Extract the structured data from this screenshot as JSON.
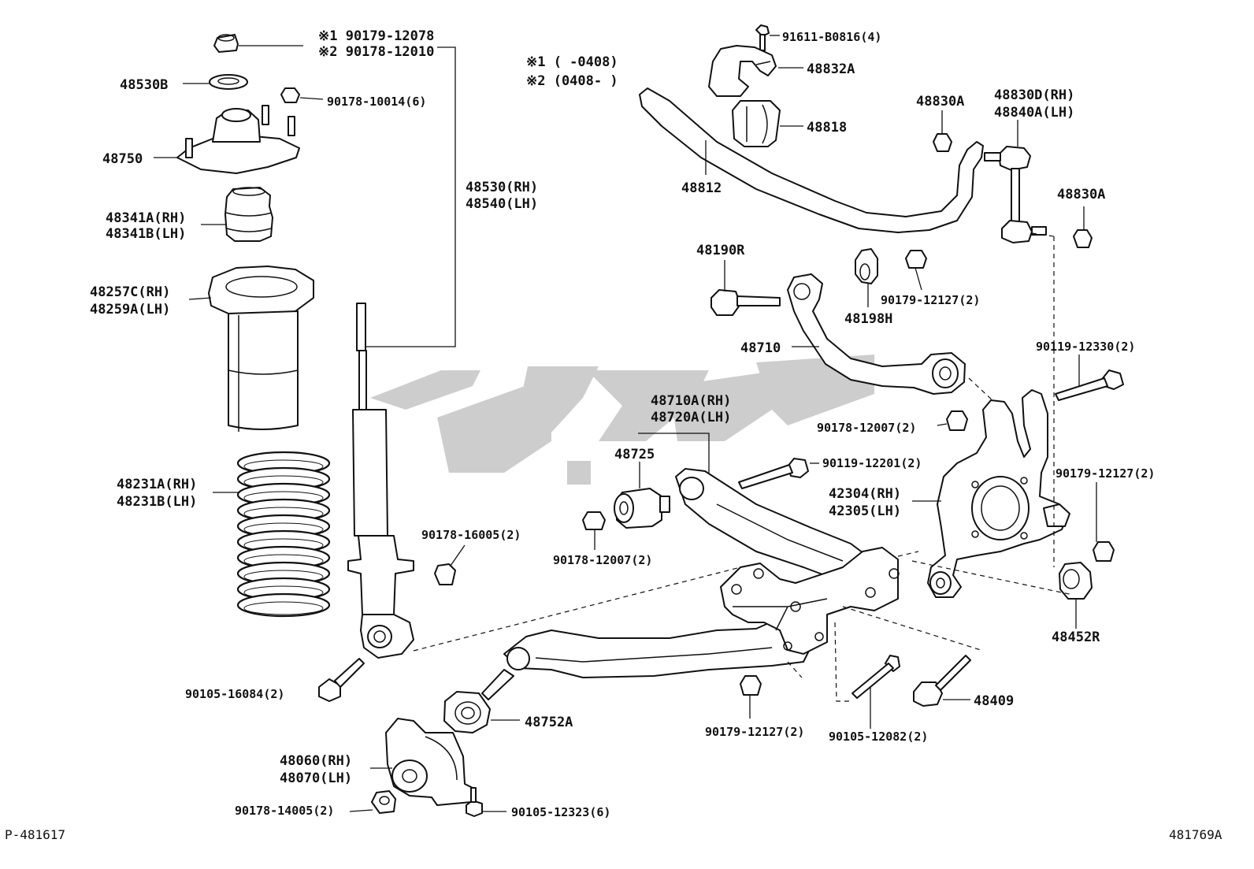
{
  "diagram_id": "481769A",
  "plate_id": "P-481617",
  "watermark_color": "#c8c8c8",
  "notes": [
    {
      "id": "n1",
      "text": "※1 90179-12078"
    },
    {
      "id": "n2",
      "text": "※2 90178-12010"
    },
    {
      "id": "n3",
      "text": "※1 (      -0408)"
    },
    {
      "id": "n4",
      "text": "※2 (0408-      )"
    }
  ],
  "labels": [
    {
      "id": "p48530B",
      "text": "48530B"
    },
    {
      "id": "p90178_10014",
      "text": "90178-10014(6)"
    },
    {
      "id": "p48750",
      "text": "48750"
    },
    {
      "id": "p48341A",
      "text": "48341A(RH)"
    },
    {
      "id": "p48341B",
      "text": "48341B(LH)"
    },
    {
      "id": "p48257C",
      "text": "48257C(RH)"
    },
    {
      "id": "p48259A",
      "text": "48259A(LH)"
    },
    {
      "id": "p48231A",
      "text": "48231A(RH)"
    },
    {
      "id": "p48231B",
      "text": "48231B(LH)"
    },
    {
      "id": "p48530",
      "text": "48530(RH)"
    },
    {
      "id": "p48540",
      "text": "48540(LH)"
    },
    {
      "id": "p90178_16005",
      "text": "90178-16005(2)"
    },
    {
      "id": "p90105_16084",
      "text": "90105-16084(2)"
    },
    {
      "id": "p48752A",
      "text": "48752A"
    },
    {
      "id": "p48060",
      "text": "48060(RH)"
    },
    {
      "id": "p48070",
      "text": "48070(LH)"
    },
    {
      "id": "p90178_14005",
      "text": "90178-14005(2)"
    },
    {
      "id": "p90105_12323",
      "text": "90105-12323(6)"
    },
    {
      "id": "p91611",
      "text": "91611-B0816(4)"
    },
    {
      "id": "p48832A",
      "text": "48832A"
    },
    {
      "id": "p48818",
      "text": "48818"
    },
    {
      "id": "p48812",
      "text": "48812"
    },
    {
      "id": "p48830A_1",
      "text": "48830A"
    },
    {
      "id": "p48830D",
      "text": "48830D(RH)"
    },
    {
      "id": "p48840A",
      "text": "48840A(LH)"
    },
    {
      "id": "p48830A_2",
      "text": "48830A"
    },
    {
      "id": "p48190R",
      "text": "48190R"
    },
    {
      "id": "p48198H",
      "text": "48198H"
    },
    {
      "id": "p90179_12127a",
      "text": "90179-12127(2)"
    },
    {
      "id": "p48710",
      "text": "48710"
    },
    {
      "id": "p90119_12330",
      "text": "90119-12330(2)"
    },
    {
      "id": "p48710A",
      "text": "48710A(RH)"
    },
    {
      "id": "p48720A",
      "text": "48720A(LH)"
    },
    {
      "id": "p90178_12007a",
      "text": "90178-12007(2)"
    },
    {
      "id": "p48725",
      "text": "48725"
    },
    {
      "id": "p90119_12201",
      "text": "90119-12201(2)"
    },
    {
      "id": "p42304",
      "text": "42304(RH)"
    },
    {
      "id": "p42305",
      "text": "42305(LH)"
    },
    {
      "id": "p90179_12127b",
      "text": "90179-12127(2)"
    },
    {
      "id": "p90178_12007b",
      "text": "90178-12007(2)"
    },
    {
      "id": "p48452R",
      "text": "48452R"
    },
    {
      "id": "p90179_12127c",
      "text": "90179-12127(2)"
    },
    {
      "id": "p90105_12082",
      "text": "90105-12082(2)"
    },
    {
      "id": "p48409",
      "text": "48409"
    }
  ]
}
